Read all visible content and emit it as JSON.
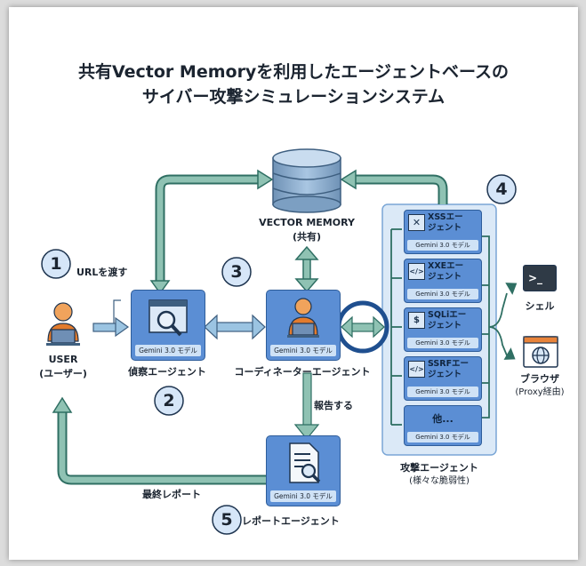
{
  "title": {
    "line1": "共有Vector Memoryを利用したエージェントベースの",
    "line2": "サイバー攻撃シミュレーションシステム"
  },
  "colors": {
    "arrow_green": "#7fb7a8",
    "arrow_green_stroke": "#2f6f63",
    "arrow_blue": "#9bc4e2",
    "box_blue": "#5b8ed4",
    "box_light": "#cfe2f6",
    "attack_panel": "#dbe9f7",
    "step_circle": "#d6e6f8"
  },
  "nodes": {
    "vector_memory": {
      "label": "VECTOR MEMORY",
      "sub": "(共有)"
    },
    "user": {
      "label": "USER",
      "sub": "(ユーザー)",
      "icon": "user-laptop-icon"
    },
    "recon": {
      "label": "偵察エージェント",
      "model": "Gemini 3.0 モデル",
      "icon": "magnifier-window-icon"
    },
    "coordinator": {
      "label": "コーディネーターエージェント",
      "model": "Gemini 3.0 モデル",
      "icon": "person-laptop-icon"
    },
    "report": {
      "label": "レポートエージェント",
      "model": "Gemini 3.0 モデル",
      "icon": "document-search-icon"
    },
    "attack": {
      "label": "攻撃エージェント",
      "sub": "(様々な脆弱性)",
      "agents": [
        {
          "line1": "XSSエー",
          "line2": "ジェント",
          "model": "Gemini 3.0 モデル",
          "icon": "xss-icon"
        },
        {
          "line1": "XXEエー",
          "line2": "ジェント",
          "model": "Gemini 3.0 モデル",
          "icon": "code-icon"
        },
        {
          "line1": "SQLiエー",
          "line2": "ジェント",
          "model": "Gemini 3.0 モデル",
          "icon": "sqli-icon"
        },
        {
          "line1": "SSRFエー",
          "line2": "ジェント",
          "model": "Gemini 3.0 モデル",
          "icon": "code-icon"
        },
        {
          "line1": "他...",
          "line2": "",
          "model": "Gemini 3.0 モデル",
          "icon": ""
        }
      ]
    },
    "shell": {
      "label": "シェル",
      "icon": "terminal-icon"
    },
    "browser": {
      "label": "ブラウザ",
      "sub": "(Proxy経由)",
      "icon": "globe-icon"
    }
  },
  "edges": {
    "url_pass": "URLを渡す",
    "report_action": "報告する",
    "final_report": "最終レポート"
  },
  "steps": [
    "1",
    "2",
    "3",
    "4",
    "5"
  ]
}
